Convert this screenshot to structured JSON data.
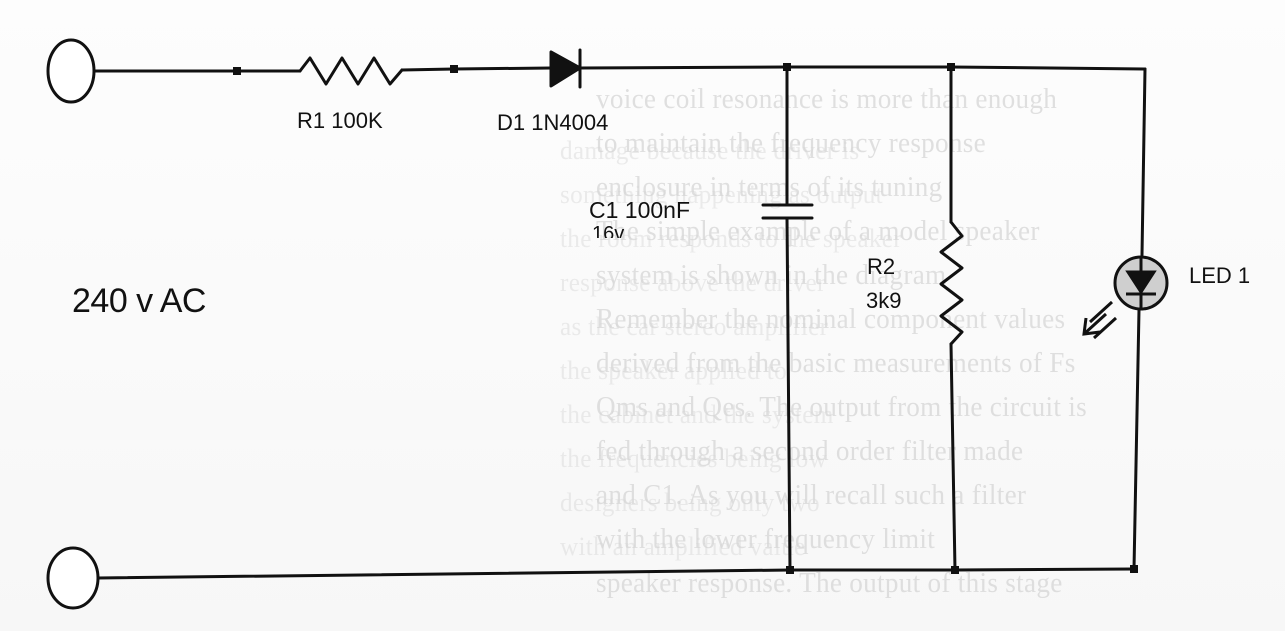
{
  "labels": {
    "r1": "R1 100K",
    "d1": "D1 1N4004",
    "c1": "C1 100nF",
    "c1_rating": "16v",
    "r2_name": "R2",
    "r2_value": "3k9",
    "led": "LED 1",
    "source": "240 v AC"
  },
  "background_text": {
    "right": [
      "voice coil resonance is more than enough",
      "to maintain the frequency response",
      "enclosure in terms of its tuning",
      "The simple example of a model speaker",
      "system is shown in the diagram",
      "Remember the nominal component values",
      "derived from the basic measurements of Fs",
      "Qms and Qes. The output from the circuit is",
      "fed through a second order filter made",
      "and C1. As you will recall such a filter",
      "with the lower frequency limit",
      "speaker response. The output of this stage"
    ],
    "left": [
      "damage because the driver is",
      "something happening as output",
      "the room responds to the speaker",
      "response above the driver",
      "as the car stereo amplifier",
      "the speaker applied to",
      "the cabinet and the system",
      "the frequencies being low",
      "designers being only two",
      "with an amplified value"
    ]
  }
}
